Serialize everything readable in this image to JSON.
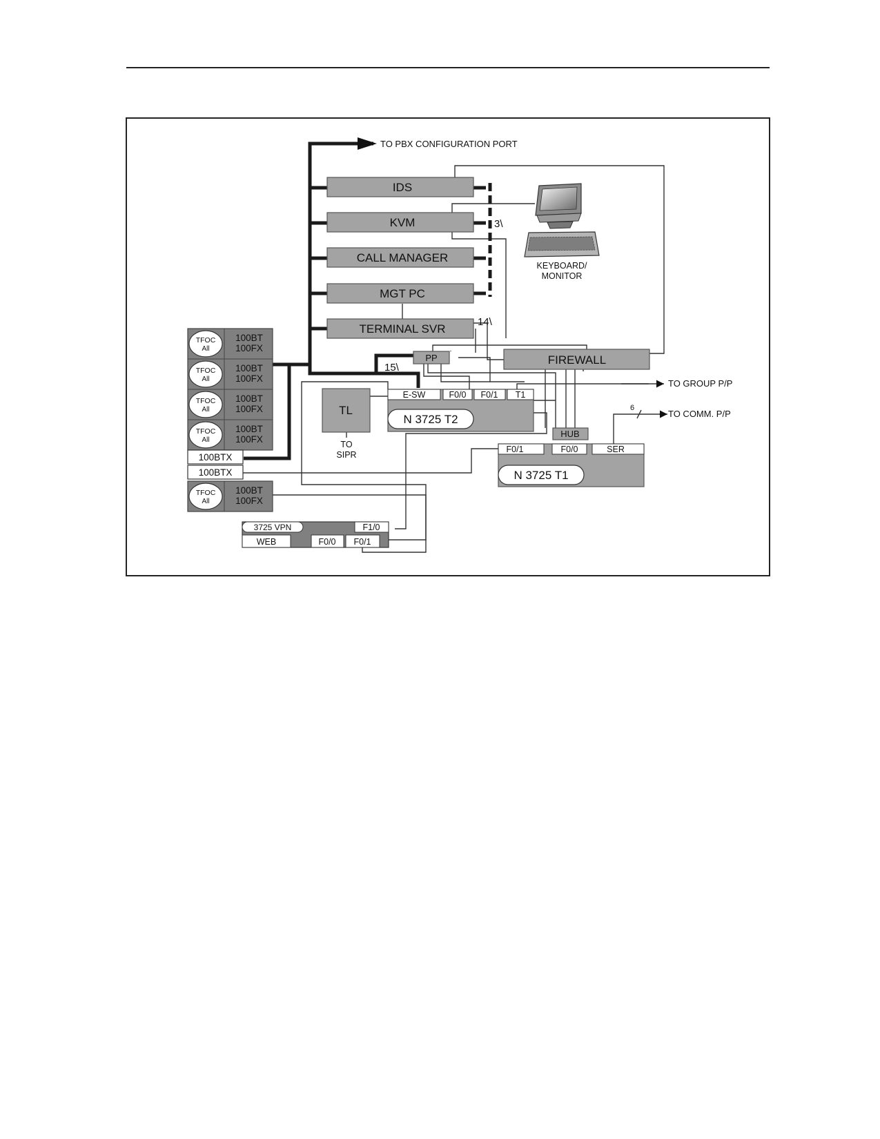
{
  "diagram": {
    "ext_pbx": "TO PBX CONFIGURATION PORT",
    "ext_group": "TO GROUP P/P",
    "ext_comm": "TO COMM. P/P",
    "comm_count": "6",
    "racks": {
      "ids": "IDS",
      "kvm": "KVM",
      "call_manager": "CALL MANAGER",
      "mgt_pc": "MGT PC",
      "terminal_svr": "TERMINAL SVR",
      "firewall": "FIREWALL"
    },
    "cable_counts": {
      "kvm": "3\\",
      "terminal": "14\\",
      "switch": "15\\"
    },
    "keyboard_monitor": [
      "KEYBOARD/",
      "MONITOR"
    ],
    "pp": "PP",
    "hub": "HUB",
    "tl": "TL",
    "to_sipr": [
      "TO",
      "SIPR"
    ],
    "router_t2": {
      "name": "N 3725 T2",
      "ports": [
        "E-SW",
        "F0/0",
        "F0/1",
        "T1"
      ]
    },
    "router_t1": {
      "name": "N 3725 T1",
      "ports": [
        "F0/1",
        "F0/0",
        "SER"
      ]
    },
    "vpn": {
      "name": "3725 VPN",
      "ports": [
        "F1/0",
        "WEB",
        "F0/0",
        "F0/1"
      ]
    },
    "tfoc_units": [
      {
        "top": "TFOC",
        "bottom": "All",
        "line1": "100BT",
        "line2": "100FX"
      },
      {
        "top": "TFOC",
        "bottom": "All",
        "line1": "100BT",
        "line2": "100FX"
      },
      {
        "top": "TFOC",
        "bottom": "All",
        "line1": "100BT",
        "line2": "100FX"
      },
      {
        "top": "TFOC",
        "bottom": "All",
        "line1": "100BT",
        "line2": "100FX"
      },
      {
        "top": "TFOC",
        "bottom": "All",
        "line1": "100BT",
        "line2": "100FX"
      }
    ],
    "btx": [
      "100BTX",
      "100BTX"
    ]
  }
}
